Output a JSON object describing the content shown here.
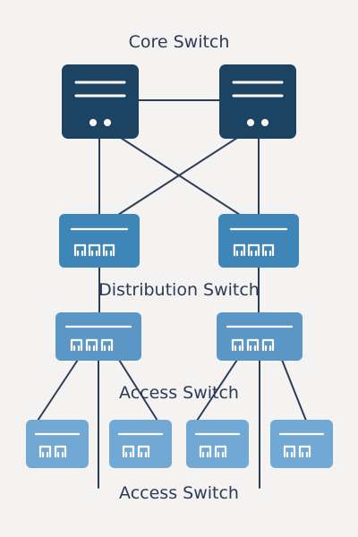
{
  "labels": {
    "core": "Core Switch",
    "distribution": "Distribution Switch",
    "access_upper": "Access Switch",
    "access_lower": "Access Switch"
  },
  "colors": {
    "background": "#f4f3f2",
    "core_switch": "#1d4363",
    "distribution_switch": "#3f86b8",
    "access_switch_upper": "#5b97c6",
    "access_switch_lower": "#71a8d4",
    "link": "#2c3e56",
    "label": "#2b3b55"
  },
  "icons": {
    "core": "server-rack-icon",
    "distribution": "network-switch-icon",
    "access": "network-switch-icon"
  }
}
